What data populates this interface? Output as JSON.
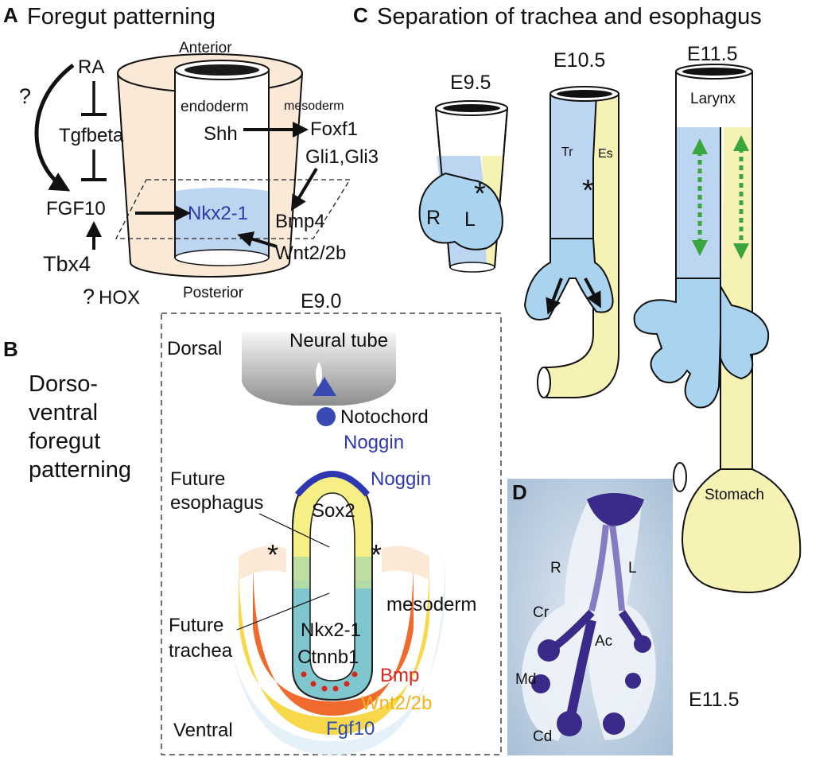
{
  "panel_a": {
    "letter": "A",
    "title": "Foregut patterning",
    "anterior": "Anterior",
    "posterior": "Posterior",
    "endoderm": "endoderm",
    "mesoderm": "mesoderm",
    "ra": "RA",
    "tgfbeta": "Tgfbeta",
    "fgf10": "FGF10",
    "tbx4": "Tbx4",
    "hox": "HOX",
    "question": "?",
    "shh": "Shh",
    "foxf1": "Foxf1",
    "gli": "Gli1,Gli3",
    "bmp4": "Bmp4",
    "nkx21": "Nkx2-1",
    "wnt": "Wnt2/2b",
    "stage": "E9.0"
  },
  "panel_b": {
    "letter": "B",
    "title_lines": [
      "Dorso-",
      "ventral",
      "foregut",
      "patterning"
    ],
    "dorsal": "Dorsal",
    "ventral": "Ventral",
    "neural_tube": "Neural tube",
    "notochord": "Notochord",
    "noggin_1": "Noggin",
    "noggin_2": "Noggin",
    "future_esophagus_1": "Future",
    "future_esophagus_2": "esophagus",
    "future_trachea_1": "Future",
    "future_trachea_2": "trachea",
    "sox2": "Sox2",
    "nkx21": "Nkx2-1",
    "ctnnb1": "Ctnnb1",
    "mesoderm": "mesoderm",
    "bmp": "Bmp",
    "wnt": "Wnt2/2b",
    "fgf10": "Fgf10",
    "asterisk": "*"
  },
  "panel_c": {
    "letter": "C",
    "title": "Separation of trachea and esophagus",
    "stage_1": "E9.5",
    "stage_2": "E10.5",
    "stage_3": "E11.5",
    "r": "R",
    "l": "L",
    "tr": "Tr",
    "es": "Es",
    "larynx": "Larynx",
    "stomach": "Stomach",
    "asterisk": "*"
  },
  "panel_d": {
    "letter": "D",
    "r": "R",
    "l": "L",
    "cr": "Cr",
    "ac": "Ac",
    "md": "Md",
    "cd": "Cd",
    "stage": "E11.5"
  },
  "colors": {
    "endoderm_blue": "#bcd6f2",
    "lung_blue": "#a9d3ee",
    "esophagus_yellow": "#f6f2b4",
    "mesoderm_tan": "#fbe9d8",
    "noggin_blue": "#2e37b0",
    "bmp_red": "#d9261c",
    "wnt_yellow": "#f2b31a",
    "fgf_blue": "#2e4bb5",
    "signal_green": "#3aa53a",
    "stain_purple": "#3a2a8a"
  }
}
